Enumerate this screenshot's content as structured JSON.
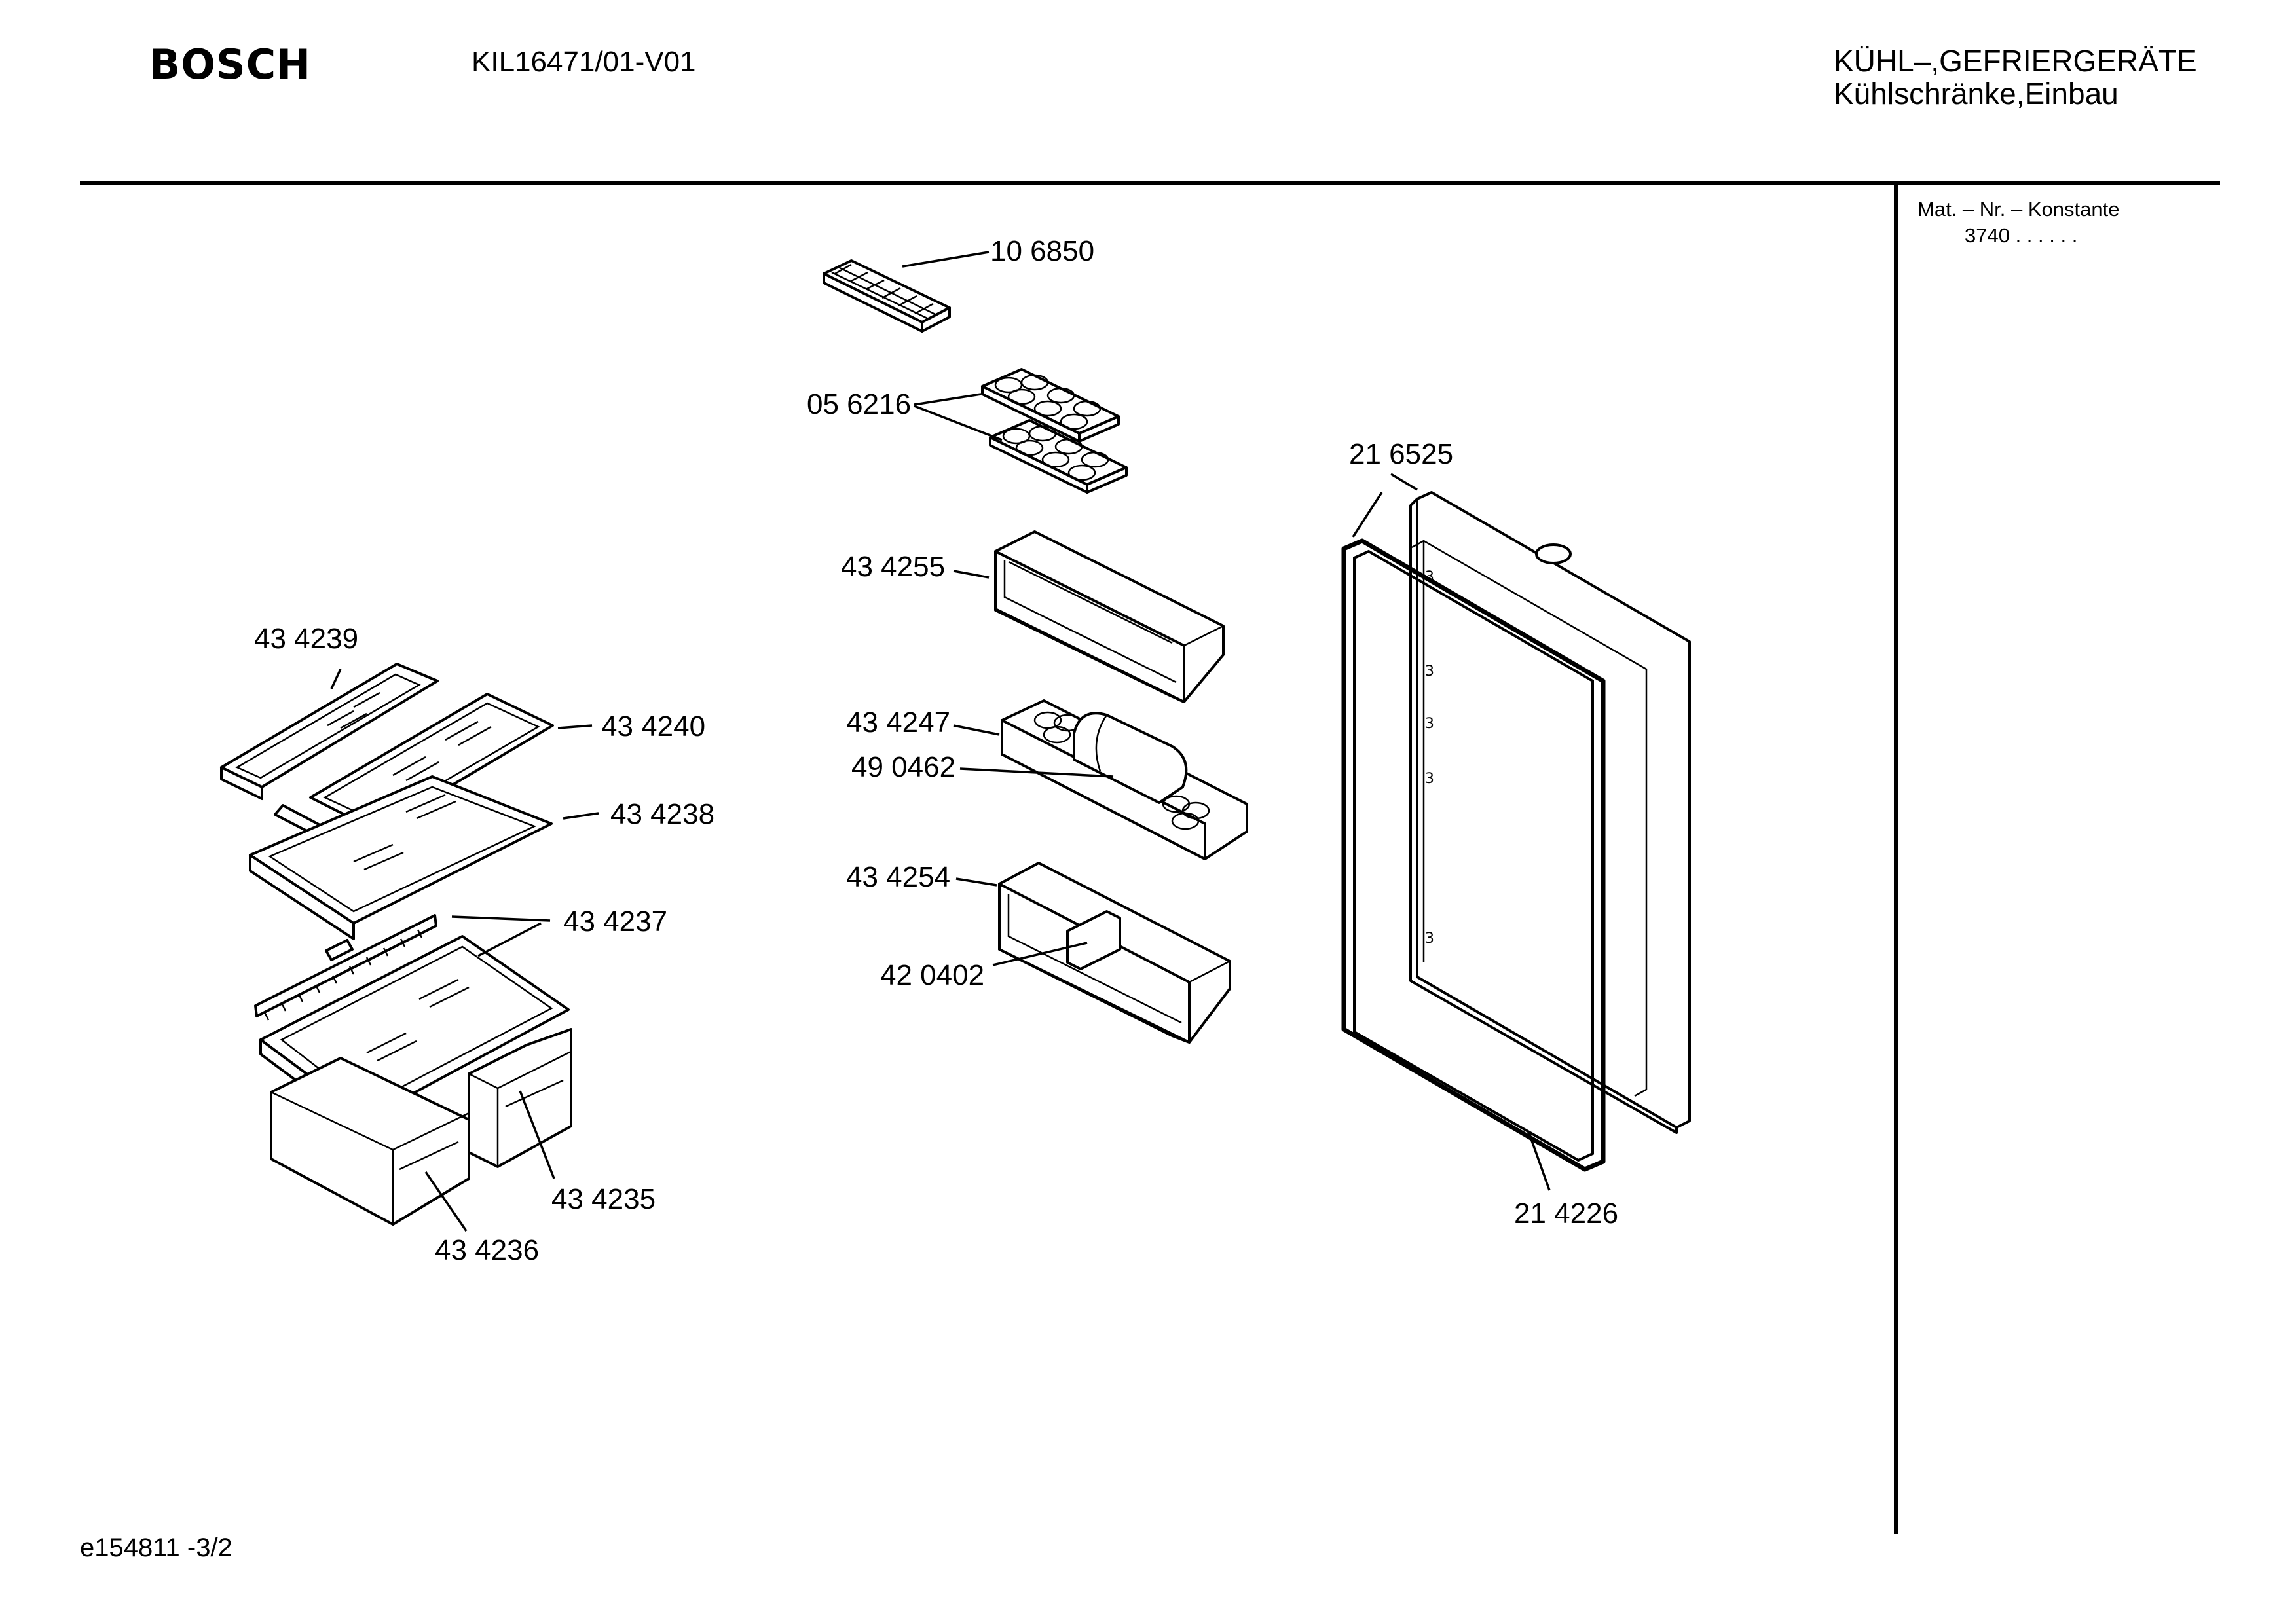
{
  "header": {
    "brand": "BOSCH",
    "model": "KIL16471/01-V01",
    "category": "KÜHL–,GEFRIERGERÄTE",
    "subcategory": "Kühlschränke,Einbau"
  },
  "side_panel": {
    "mat_label": "Mat. – Nr. – Konstante",
    "mat_value": "3740 .  .    .  .  .  ."
  },
  "footer": {
    "drawing_id": "e154811 -3/2"
  },
  "parts": [
    {
      "part_no": "10 6850",
      "part": "ice-cube-tray"
    },
    {
      "part_no": "05 6216",
      "part": "egg-tray"
    },
    {
      "part_no": "43 4255",
      "part": "door-shelf-upper"
    },
    {
      "part_no": "43 4247",
      "part": "door-shelf-egg"
    },
    {
      "part_no": "49 0462",
      "part": "shelf-cover"
    },
    {
      "part_no": "43 4254",
      "part": "door-shelf-lower"
    },
    {
      "part_no": "42 0402",
      "part": "bottle-divider"
    },
    {
      "part_no": "21 6525",
      "part": "door"
    },
    {
      "part_no": "21 4226",
      "part": "door-seal"
    },
    {
      "part_no": "43 4239",
      "part": "glass-shelf-split"
    },
    {
      "part_no": "43 4240",
      "part": "glass-shelf-half"
    },
    {
      "part_no": "43 4238",
      "part": "glass-shelf"
    },
    {
      "part_no": "43 4237",
      "part": "crisper-cover"
    },
    {
      "part_no": "43 4235",
      "part": "crisper-drawer-right"
    },
    {
      "part_no": "43 4236",
      "part": "crisper-drawer-left"
    }
  ]
}
